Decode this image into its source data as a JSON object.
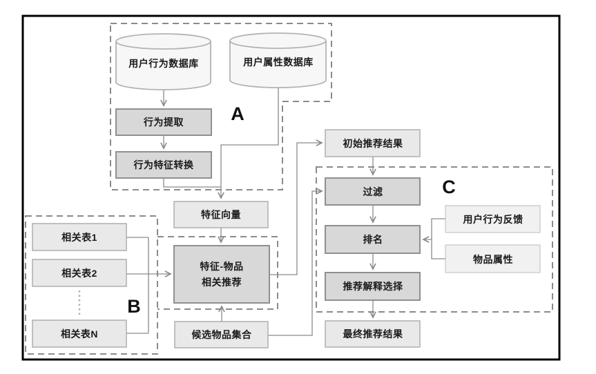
{
  "groups": {
    "a_label": "A",
    "b_label": "B",
    "c_label": "C"
  },
  "databases": {
    "behavior": "用户行为数据库",
    "attribute": "用户属性数据库"
  },
  "nodes": {
    "behavior_extract": "行为提取",
    "behavior_feature_transform": "行为特征转换",
    "feature_vector": "特征向量",
    "feature_item_line1": "特征-物品",
    "feature_item_line2": "相关推荐",
    "related_table_1": "相关表1",
    "related_table_2": "相关表2",
    "related_table_n": "相关表N",
    "candidate_item_set": "候选物品集合",
    "initial_result": "初始推荐结果",
    "filter": "过滤",
    "ranking": "排名",
    "explanation_select": "推荐解释选择",
    "final_result": "最终推荐结果",
    "user_feedback": "用户行为反馈",
    "item_attribute": "物品属性"
  },
  "colors": {
    "process_fill": "#d8d8d8",
    "light_fill": "#e9e9e9",
    "feedback_fill": "#f1f1f1",
    "cylinder_fill": "#f7f7f7",
    "line": "#8a8a8a",
    "frame": "#000000"
  }
}
